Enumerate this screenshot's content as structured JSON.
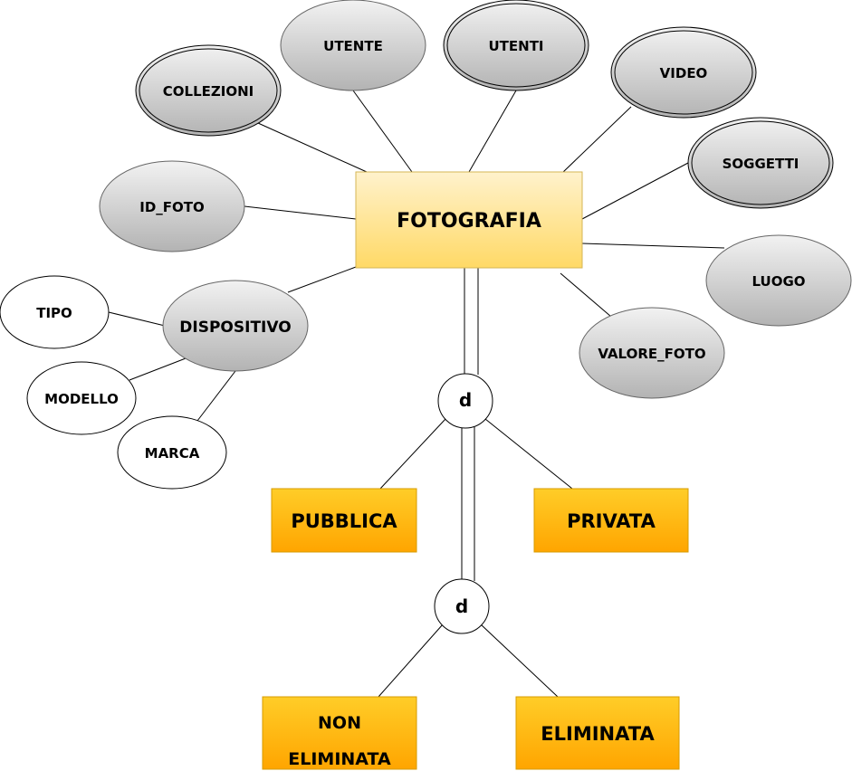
{
  "entity": {
    "label": "FOTOGRAFIA"
  },
  "attributes": {
    "collezioni": "COLLEZIONI",
    "utente": "UTENTE",
    "utenti": "UTENTI",
    "video": "VIDEO",
    "soggetti": "SOGGETTI",
    "id_foto": "ID_FOTO",
    "luogo": "LUOGO",
    "valore_foto": "VALORE_FOTO",
    "dispositivo": "DISPOSITIVO",
    "tipo": "TIPO",
    "modello": "MODELLO",
    "marca": "MARCA"
  },
  "disjoint": {
    "top": "d",
    "bottom": "d"
  },
  "subentities": {
    "pubblica": "PUBBLICA",
    "privata": "PRIVATA",
    "non_eliminata_1": "NON",
    "non_eliminata_2": "ELIMINATA",
    "eliminata": "ELIMINATA"
  },
  "colors": {
    "entity_top": "#fff2cc",
    "entity_bottom": "#ffd966",
    "entity_border": "#d6b656",
    "sub_top": "#ffcd28",
    "sub_bottom": "#ffa500",
    "sub_border": "#d79b00",
    "attr_top": "#f2f2f2",
    "attr_bottom": "#b3b3b3",
    "attr_border": "#666666"
  }
}
